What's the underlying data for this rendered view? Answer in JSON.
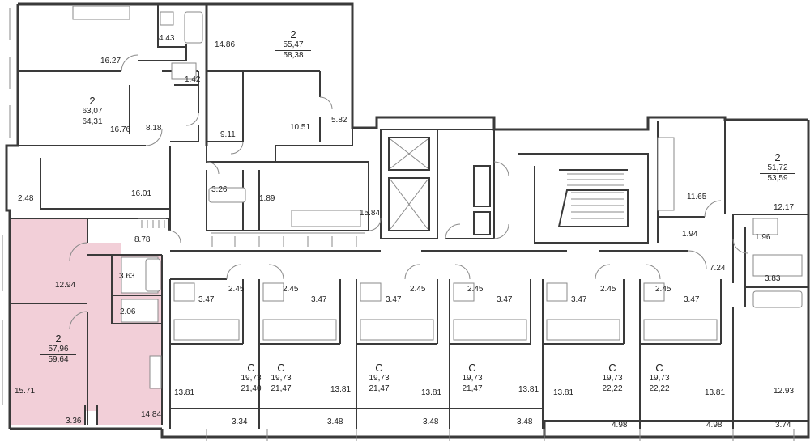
{
  "colors": {
    "wall": "#3a3a3a",
    "highlight": "#f2cfd8",
    "line": "#8a8a8a"
  },
  "apartments": [
    {
      "id": "apt-2-left-top",
      "rooms": "2",
      "area_living": "63,07",
      "area_total": "64,31"
    },
    {
      "id": "apt-2-top-mid",
      "rooms": "2",
      "area_living": "55,47",
      "area_total": "58,38"
    },
    {
      "id": "apt-2-right",
      "rooms": "2",
      "area_living": "51,72",
      "area_total": "53,59"
    },
    {
      "id": "apt-2-highlighted",
      "rooms": "2",
      "area_living": "57,96",
      "area_total": "59,64",
      "highlighted": true
    },
    {
      "id": "studio-1",
      "rooms": "С",
      "area_living": "19,73",
      "area_total": "21,40"
    },
    {
      "id": "studio-2",
      "rooms": "С",
      "area_living": "19,73",
      "area_total": "21,47"
    },
    {
      "id": "studio-3",
      "rooms": "С",
      "area_living": "19,73",
      "area_total": "21,47"
    },
    {
      "id": "studio-4",
      "rooms": "С",
      "area_living": "19,73",
      "area_total": "21,47"
    },
    {
      "id": "studio-5",
      "rooms": "С",
      "area_living": "19,73",
      "area_total": "22,22"
    },
    {
      "id": "studio-6",
      "rooms": "С",
      "area_living": "19,73",
      "area_total": "22,22"
    }
  ],
  "room_areas": [
    "4.43",
    "16.27",
    "1.42",
    "16.76",
    "8.18",
    "16.01",
    "2.48",
    "14.86",
    "9.11",
    "10.51",
    "5.82",
    "3.26",
    "1.89",
    "15.84",
    "11.65",
    "12.17",
    "1.94",
    "1.96",
    "7.24",
    "3.83",
    "8.78",
    "12.94",
    "3.63",
    "2.06",
    "15.71",
    "3.36",
    "14.84",
    "2.45",
    "3.47",
    "2.45",
    "3.47",
    "2.45",
    "3.47",
    "2.45",
    "3.47",
    "2.45",
    "3.47",
    "2.45",
    "3.47",
    "13.81",
    "3.34",
    "13.81",
    "3.48",
    "13.81",
    "3.48",
    "13.81",
    "3.48",
    "13.81",
    "4.98",
    "13.81",
    "4.98",
    "12.93",
    "3.74"
  ]
}
